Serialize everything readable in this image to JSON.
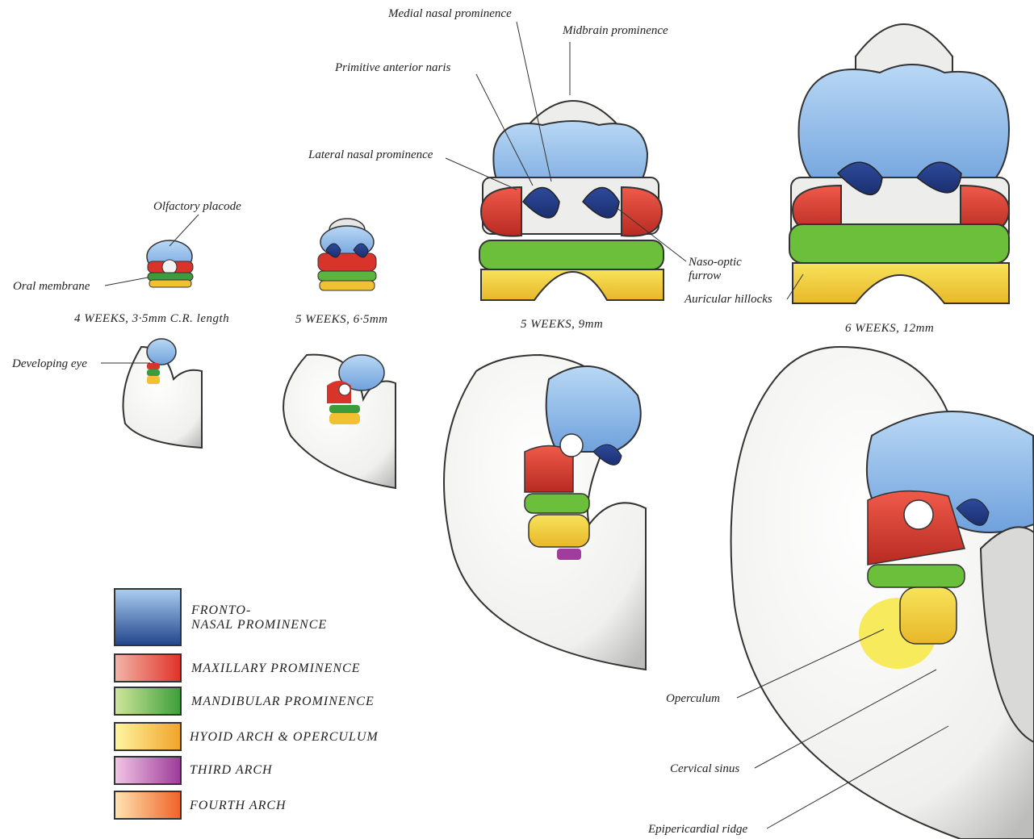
{
  "labels": {
    "medial_nasal": "Medial nasal prominence",
    "midbrain": "Midbrain prominence",
    "primitive_naris": "Primitive anterior naris",
    "lateral_nasal": "Lateral nasal prominence",
    "olfactory": "Olfactory placode",
    "oral_membrane": "Oral membrane",
    "naso_optic": "Naso-optic\nfurrow",
    "auricular": "Auricular hillocks",
    "developing_eye": "Developing eye",
    "operculum": "Operculum",
    "cervical_sinus": "Cervical sinus",
    "epipericardial": "Epipericardial ridge"
  },
  "stages": [
    {
      "caption": "4 WEEKS, 3·5mm C.R. length"
    },
    {
      "caption": "5 WEEKS, 6·5mm"
    },
    {
      "caption": "5 WEEKS, 9mm"
    },
    {
      "caption": "6 WEEKS, 12mm"
    }
  ],
  "legend": [
    {
      "label": "FRONTO-\nNASAL PROMINENCE",
      "color_top": "#a9cdef",
      "color_bottom": "#24468e"
    },
    {
      "label": "MAXILLARY PROMINENCE",
      "color_top": "#f3b3a7",
      "color_bottom": "#e0342a"
    },
    {
      "label": "MANDIBULAR PROMINENCE",
      "color_top": "#cfe69a",
      "color_bottom": "#3f9f3a"
    },
    {
      "label": "HYOID ARCH & OPERCULUM",
      "color_top": "#fff4a0",
      "color_bottom": "#f1a52a"
    },
    {
      "label": "THIRD ARCH",
      "color_top": "#f1c4e4",
      "color_bottom": "#9e3d9b"
    },
    {
      "label": "FOURTH ARCH",
      "color_top": "#ffe3b0",
      "color_bottom": "#f0642a"
    }
  ]
}
